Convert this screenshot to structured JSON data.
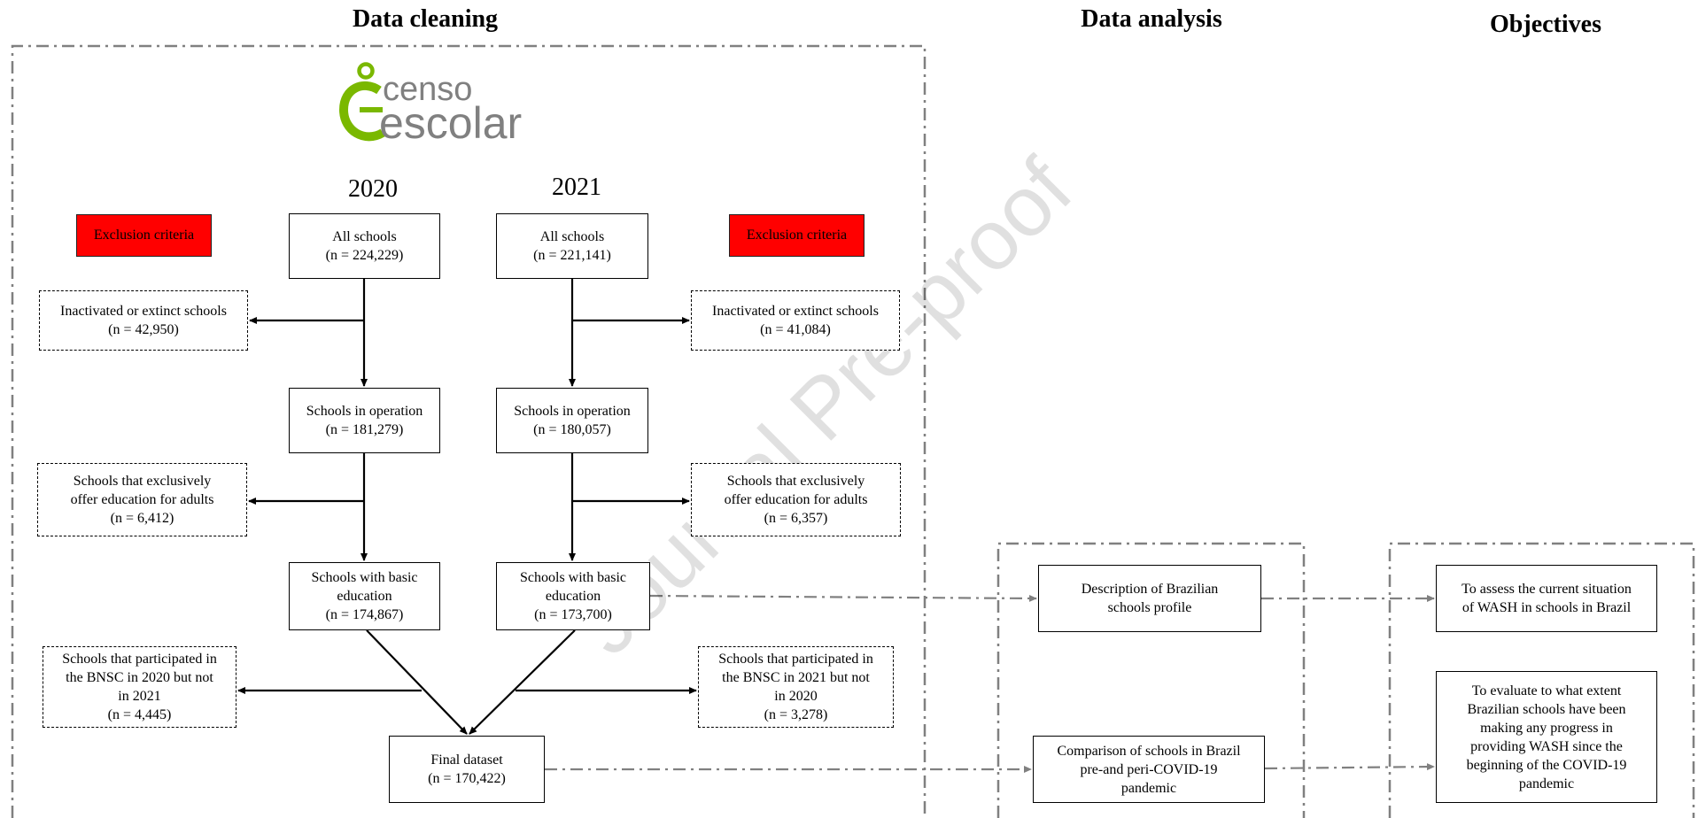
{
  "headers": {
    "cleaning": "Data cleaning",
    "analysis": "Data analysis",
    "objectives": "Objectives"
  },
  "logo": {
    "line1": "censo",
    "line2": "escolar"
  },
  "years": {
    "left": "2020",
    "right": "2021"
  },
  "exclusion_label": "Exclusion criteria",
  "flow_2020": {
    "all": {
      "l1": "All schools",
      "l2": "(n = 224,229)"
    },
    "operation": {
      "l1": "Schools in operation",
      "l2": "(n = 181,279)"
    },
    "basic": {
      "l1": "Schools with basic",
      "l2": "education",
      "l3": "(n = 174,867)"
    }
  },
  "flow_2021": {
    "all": {
      "l1": "All schools",
      "l2": "(n = 221,141)"
    },
    "operation": {
      "l1": "Schools in operation",
      "l2": "(n = 180,057)"
    },
    "basic": {
      "l1": "Schools with basic",
      "l2": "education",
      "l3": "(n = 173,700)"
    }
  },
  "excl_2020": {
    "inactive": {
      "l1": "Inactivated or extinct schools",
      "l2": "(n = 42,950)"
    },
    "adults": {
      "l1": "Schools that exclusively",
      "l2": "offer education for adults",
      "l3": "(n = 6,412)"
    },
    "bnsc": {
      "l1": "Schools that participated in",
      "l2": "the BNSC in 2020 but not",
      "l3": "in 2021",
      "l4": "(n = 4,445)"
    }
  },
  "excl_2021": {
    "inactive": {
      "l1": "Inactivated or extinct schools",
      "l2": "(n = 41,084)"
    },
    "adults": {
      "l1": "Schools that exclusively",
      "l2": "offer education for adults",
      "l3": "(n = 6,357)"
    },
    "bnsc": {
      "l1": "Schools that participated in",
      "l2": "the BNSC in 2021 but not",
      "l3": "in 2020",
      "l4": "(n = 3,278)"
    }
  },
  "final": {
    "l1": "Final dataset",
    "l2": "(n = 170,422)"
  },
  "analysis": {
    "description": {
      "l1": "Description of Brazilian",
      "l2": "schools profile"
    },
    "comparison": {
      "l1": "Comparison of schools in Brazil",
      "l2": "pre-and peri-COVID-19",
      "l3": "pandemic"
    }
  },
  "objectives": {
    "assess": {
      "l1": "To assess the current situation",
      "l2": "of WASH in schools in Brazil"
    },
    "evaluate": {
      "l1": "To evaluate to what extent",
      "l2": "Brazilian schools have been",
      "l3": "making any progress in",
      "l4": "providing WASH since the",
      "l5": "beginning of the COVID-19",
      "l6": "pandemic"
    }
  },
  "watermark": "Journal Pre-proof",
  "colors": {
    "exclusion_bg": "#ff0000",
    "logo_green": "#7ab800",
    "dashed_frame": "#808080"
  }
}
